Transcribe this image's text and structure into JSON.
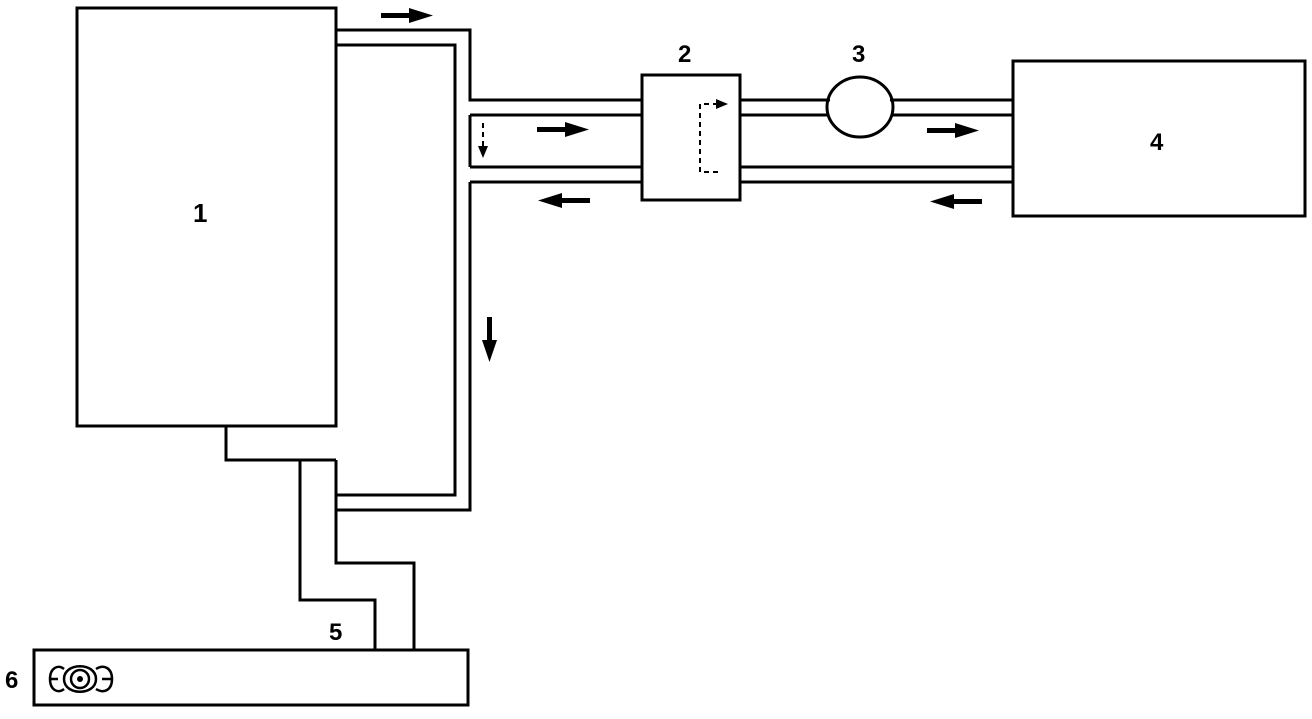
{
  "labels": {
    "engine": "1",
    "valve": "2",
    "pump": "3",
    "heater": "4",
    "hose": "5",
    "tank": "6"
  }
}
